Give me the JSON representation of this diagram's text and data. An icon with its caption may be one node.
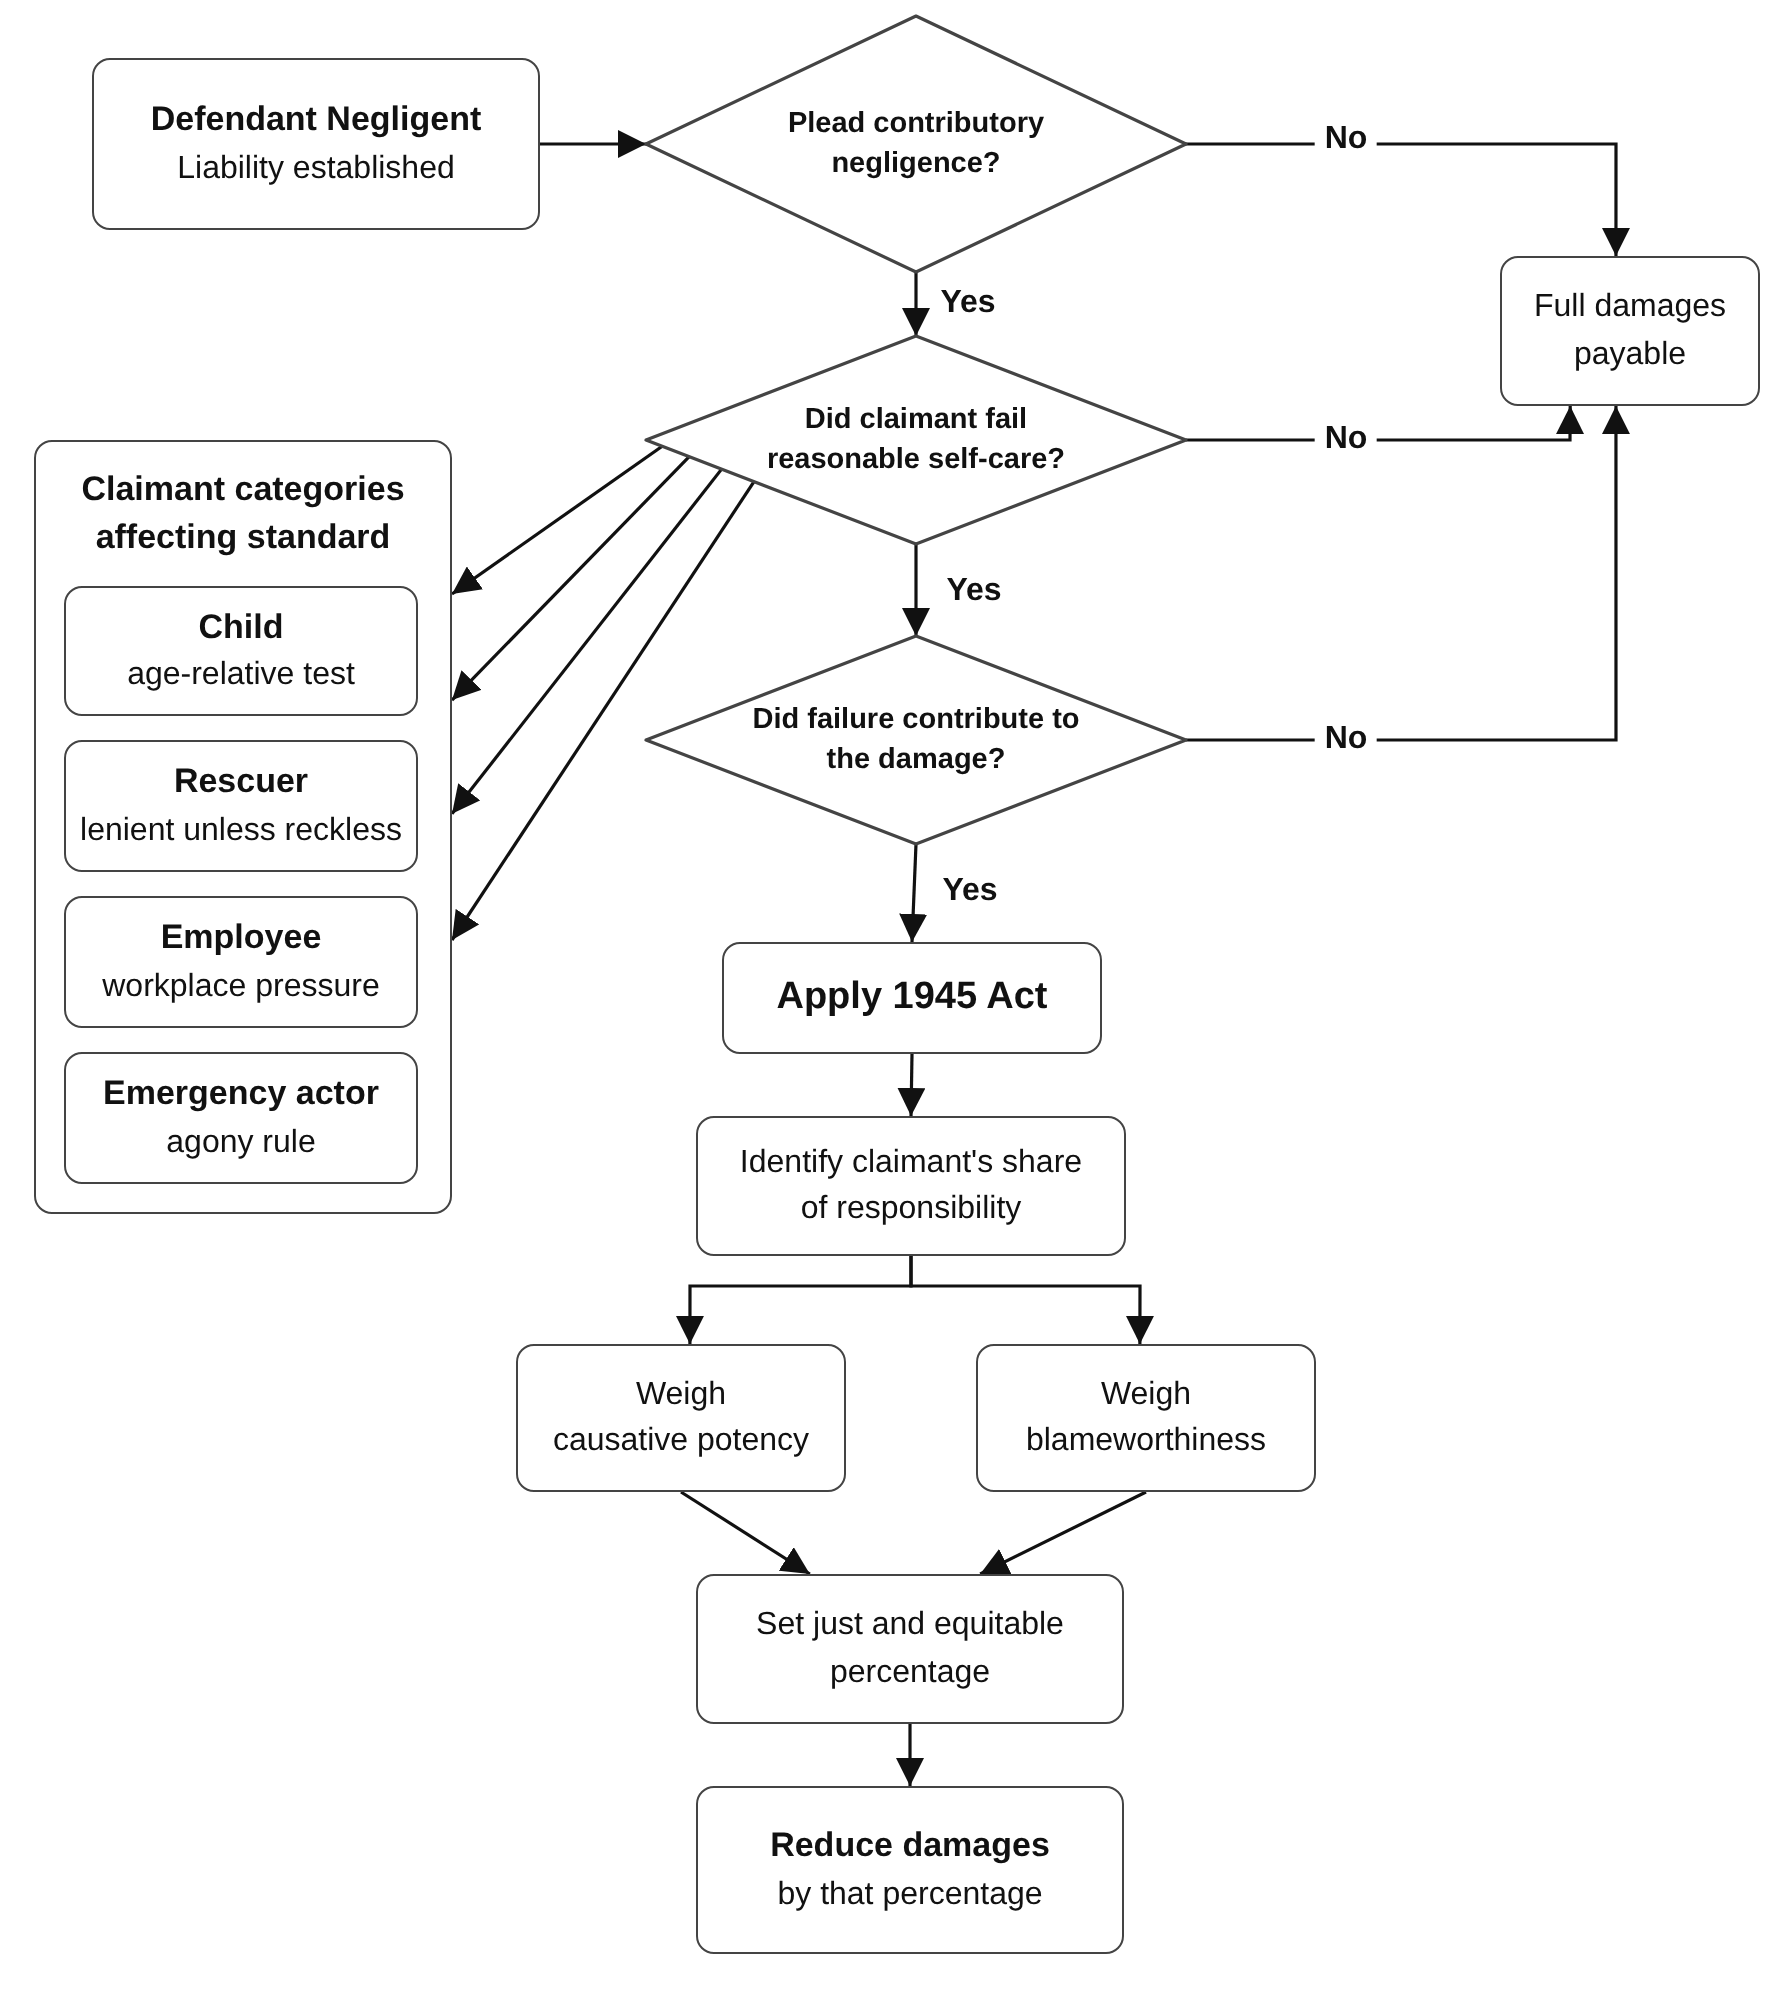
{
  "diagram": {
    "nodes": [
      {
        "text": [
          "Defendant Negligent",
          "Liability established"
        ]
      },
      {
        "text": [
          "Plead contributory negligence?"
        ]
      },
      {
        "text": [
          "Full damages payable"
        ]
      },
      {
        "text": [
          "Did claimant fail reasonable self-care?"
        ]
      },
      {
        "text": [
          "Claimant categories affecting standard"
        ]
      },
      {
        "text": [
          "Child",
          "age-relative test"
        ],
        "in": 4
      },
      {
        "text": [
          "Rescuer",
          "lenient unless reckless"
        ],
        "in": 4
      },
      {
        "text": [
          "Employee",
          "workplace pressure"
        ],
        "in": 4
      },
      {
        "text": [
          "Emergency actor",
          "agony rule"
        ],
        "in": 4
      },
      {
        "text": [
          "Did failure contribute to the damage?"
        ]
      },
      {
        "text": [
          "Apply 1945 Act"
        ]
      },
      {
        "text": [
          "Identify claimant's share of responsibility"
        ]
      },
      {
        "text": [
          "Weigh",
          "causative potency"
        ]
      },
      {
        "text": [
          "Weigh",
          "blameworthiness"
        ]
      },
      {
        "text": [
          "Set just and equitable percentage"
        ]
      },
      {
        "text": [
          "Reduce damages",
          "by that percentage"
        ]
      }
    ],
    "edges": [
      {
        "from": 0,
        "to": 1,
        "arrow": "to"
      },
      {
        "from": 1,
        "to": 2,
        "arrow": "to",
        "label": "No"
      },
      {
        "from": 1,
        "to": 3,
        "arrow": "to",
        "label": "Yes"
      },
      {
        "from": 3,
        "to": 2,
        "arrow": "to",
        "label": "No"
      },
      {
        "from": 3,
        "to": 4,
        "arrow": "to"
      },
      {
        "from": 3,
        "to": 4,
        "arrow": "to"
      },
      {
        "from": 3,
        "to": 4,
        "arrow": "to"
      },
      {
        "from": 3,
        "to": 4,
        "arrow": "to"
      },
      {
        "from": 3,
        "to": 9,
        "arrow": "to",
        "label": "Yes"
      },
      {
        "from": 9,
        "to": 2,
        "arrow": "to",
        "label": "No"
      },
      {
        "from": 9,
        "to": 10,
        "arrow": "to",
        "label": "Yes"
      },
      {
        "from": 10,
        "to": 11,
        "arrow": "to"
      },
      {
        "from": 11,
        "to": 12,
        "arrow": "to"
      },
      {
        "from": 11,
        "to": 13,
        "arrow": "to"
      },
      {
        "from": 12,
        "to": 14,
        "arrow": "to"
      },
      {
        "from": 13,
        "to": 14,
        "arrow": "to"
      },
      {
        "from": 14,
        "to": 15,
        "arrow": "to"
      }
    ]
  }
}
